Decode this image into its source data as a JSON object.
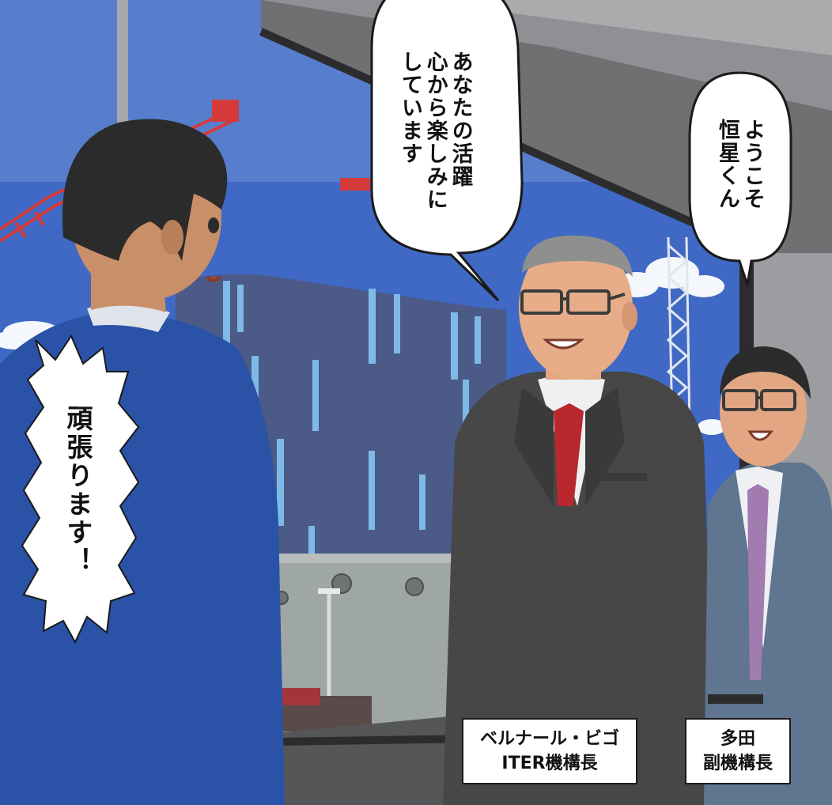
{
  "balloons": {
    "bigot_line": "あなたの活躍\n心から楽しみに\nしています",
    "tada_line": "ようこそ\n恒星くん",
    "kosei_line": "頑張ります！"
  },
  "captions": {
    "bigot": {
      "name": "ベルナール・ビゴ",
      "title": "ITER機構長"
    },
    "tada": {
      "name": "多田",
      "title": "副機構長"
    }
  },
  "colors": {
    "sky": "#3f69c4",
    "building": "#4b5a86",
    "building_stripe": "#7fb9e8",
    "wall_panel": "#6f7072",
    "ceiling": "#ababad",
    "kosei_suit": "#2a52a7",
    "bigot_suit": "#474747",
    "bigot_tie": "#b8282c",
    "tada_suit": "#5f7590",
    "tada_tie": "#a27bb0",
    "crane": "#d53a3a"
  }
}
